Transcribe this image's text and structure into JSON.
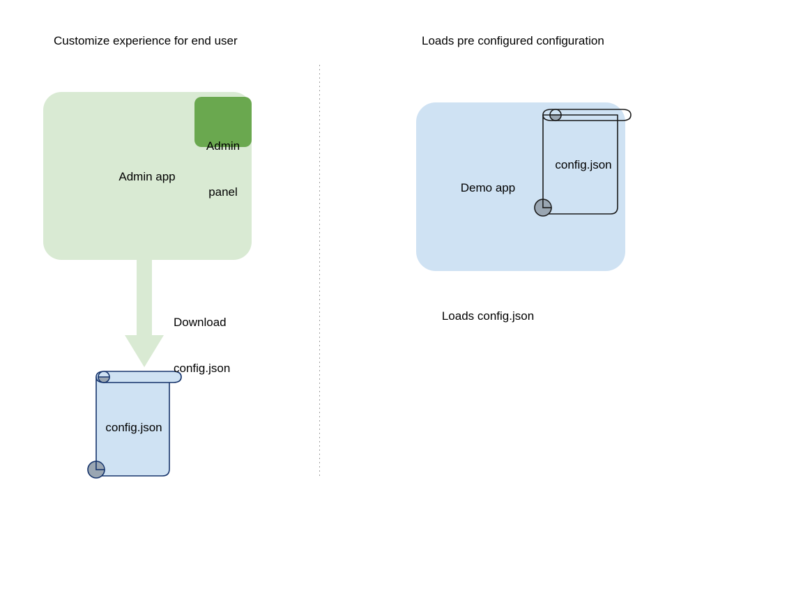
{
  "diagram": {
    "title_left": "Customize experience for end user",
    "title_right": "Loads pre configured configuration",
    "divider": "vertical-dotted-divider",
    "left_column": {
      "app_box": {
        "label": "Admin app",
        "fill": "#d9ead3",
        "panel": {
          "label": "Admin\npanel",
          "label_line1": "Admin",
          "label_line2": "panel",
          "fill": "#6aa84f"
        }
      },
      "arrow": {
        "label_line1": "Download",
        "label_line2": "config.json",
        "direction": "down",
        "fill": "#d9ead3"
      },
      "document": {
        "label": "config.json",
        "fill": "#cfe2f3",
        "stroke": "#15336b",
        "curl_fill": "#9aa6b2"
      }
    },
    "right_column": {
      "app_box": {
        "label": "Demo app",
        "fill": "#cfe2f3"
      },
      "document": {
        "label": "config.json",
        "fill": "none",
        "stroke": "#1a1a1a",
        "curl_fill": "#9aa6b2"
      },
      "caption": "Loads config.json"
    }
  }
}
